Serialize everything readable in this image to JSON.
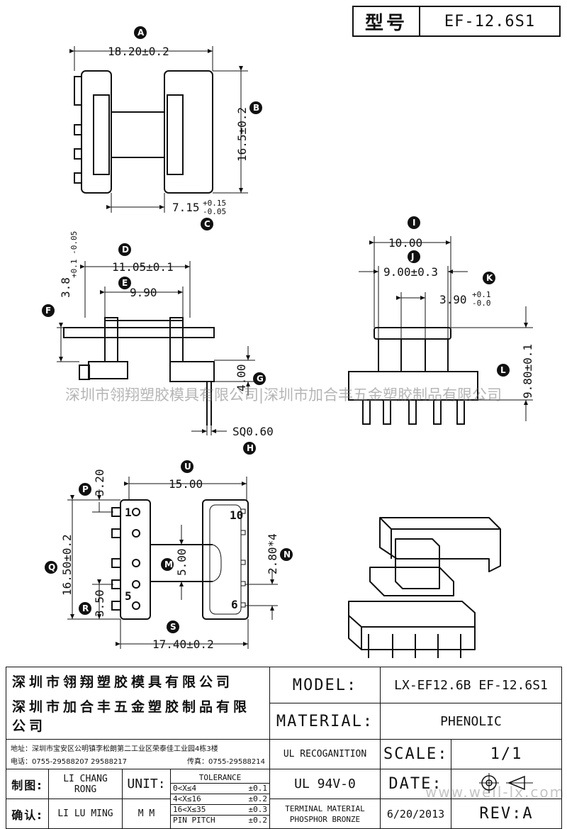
{
  "header": {
    "model_label": "型号",
    "model_value": "EF-12.6S1"
  },
  "dimensions": {
    "A": "18.20±0.2",
    "B": "16.5±0.2",
    "C_base": "7.15",
    "C_plus": "+0.15",
    "C_minus": "-0.05",
    "D": "11.05±0.1",
    "E": "9.90",
    "F_base": "3.8",
    "F_tol": "+0.1 -0.05",
    "G": "4.00",
    "H": "SQ0.60",
    "I": "10.00",
    "J": "9.00±0.3",
    "K_base": "3.90",
    "K_plus": "+0.1",
    "K_minus": "-0.0",
    "L": "9.80±0.1",
    "U": "15.00",
    "P": "3.20",
    "Q": "16.50±0.2",
    "R": "3.50",
    "S": "17.40±0.2",
    "M": "5.00",
    "N": "2.80*4"
  },
  "callouts": [
    "A",
    "B",
    "C",
    "D",
    "E",
    "F",
    "G",
    "H",
    "I",
    "J",
    "K",
    "L",
    "U",
    "P",
    "Q",
    "R",
    "S",
    "M",
    "N"
  ],
  "pin_numbers": [
    "1",
    "5",
    "10",
    "6"
  ],
  "watermark": "深圳市翎翔塑胶模具有限公司|深圳市加合丰五金塑胶制品有限公司",
  "watermark2": "www.well-lx.com",
  "title_block": {
    "company1": "深圳市翎翔塑胶模具有限公司",
    "company2": "深圳市加合丰五金塑胶制品有限公司",
    "address": "地址：深圳市宝安区公明镇李松朗第二工业区荣泰佳工业园4栋3楼",
    "phone": "电话：0755-29588207  29588217",
    "fax": "传真：0755-29588214",
    "model_label": "MODEL:",
    "model_value": "LX-EF12.6B EF-12.6S1",
    "material_label": "MATERIAL:",
    "material_value": "PHENOLIC",
    "ul_label": "UL RECOGANITION",
    "ul_value": "UL 94V-0",
    "scale_label": "SCALE:",
    "scale_value": "1/1",
    "date_label": "DATE:",
    "date_value": "6/20/2013",
    "terminal_label": "TERMINAL MATERIAL",
    "terminal_value": "PHOSPHOR  BRONZE",
    "rev_label": "REV:A",
    "drawn_label": "制图:",
    "drawn_by": "LI CHANG RONG",
    "check_label": "确认:",
    "checked_by": "LI LU MING",
    "unit_label": "UNIT:",
    "unit_value": "M M",
    "tolerance_title": "TOLERANCE",
    "tolerance_rows": [
      [
        "0<X≤4",
        "±0.1"
      ],
      [
        "4<X≤16",
        "±0.2"
      ],
      [
        "16<X≤35",
        "±0.3"
      ],
      [
        "PIN PITCH",
        "±0.2"
      ]
    ]
  }
}
